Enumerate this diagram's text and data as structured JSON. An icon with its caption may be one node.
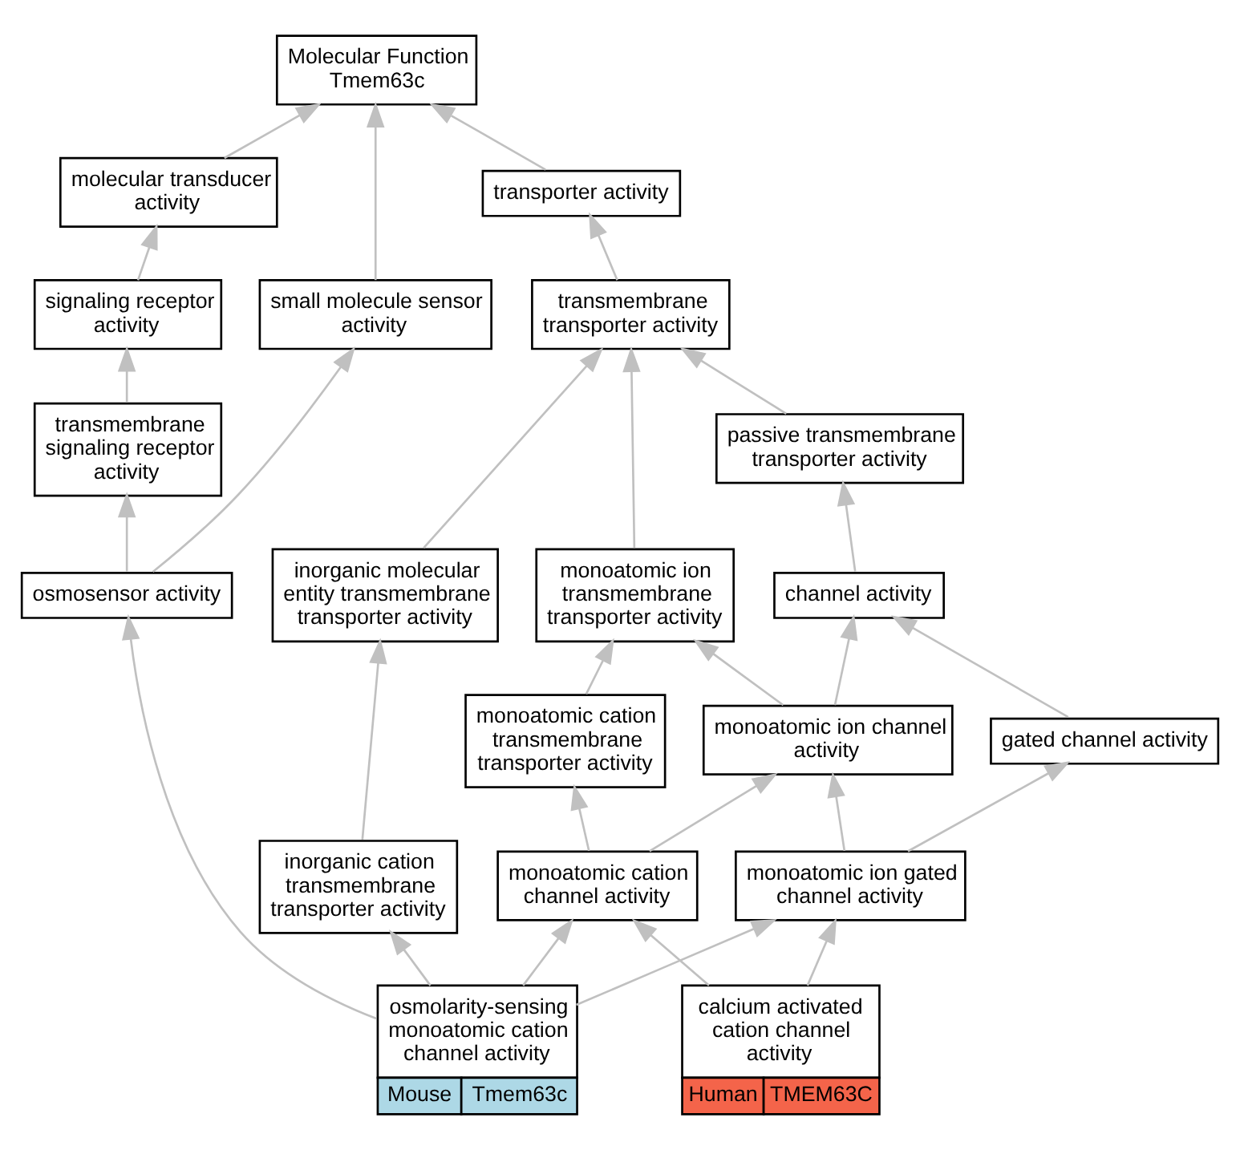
{
  "diagram": {
    "nodes": [
      {
        "text": [
          "Molecular Function Tmem63c"
        ]
      },
      {
        "text": [
          "molecular transducer activity"
        ]
      },
      {
        "text": [
          "transporter activity"
        ]
      },
      {
        "text": [
          "small molecule sensor activity"
        ]
      },
      {
        "text": [
          "signaling receptor activity"
        ]
      },
      {
        "text": [
          "transmembrane transporter activity"
        ]
      },
      {
        "text": [
          "transmembrane signaling receptor activity"
        ]
      },
      {
        "text": [
          "inorganic molecular entity transmembrane transporter activity"
        ]
      },
      {
        "text": [
          "passive transmembrane transporter activity"
        ]
      },
      {
        "text": [
          "osmosensor activity"
        ]
      },
      {
        "text": [
          "monoatomic ion transmembrane transporter activity"
        ]
      },
      {
        "text": [
          "channel activity"
        ]
      },
      {
        "text": [
          "monoatomic cation transmembrane transporter activity"
        ]
      },
      {
        "text": [
          "monoatomic ion channel activity"
        ]
      },
      {
        "text": [
          "gated channel activity"
        ]
      },
      {
        "text": [
          "inorganic cation transmembrane transporter activity"
        ]
      },
      {
        "text": [
          "monoatomic cation channel activity"
        ]
      },
      {
        "text": [
          "monoatomic ion gated channel activity"
        ]
      },
      {
        "text": [
          "osmolarity-sensing monoatomic cation channel activity",
          "Mouse",
          "Tmem63c"
        ]
      },
      {
        "text": [
          "calcium activated cation channel activity",
          "Human",
          "TMEM63C"
        ]
      }
    ],
    "edges": [
      {
        "from": 1,
        "to": 0,
        "arrow": "to"
      },
      {
        "from": 2,
        "to": 0,
        "arrow": "to"
      },
      {
        "from": 3,
        "to": 0,
        "arrow": "to"
      },
      {
        "from": 4,
        "to": 1,
        "arrow": "to"
      },
      {
        "from": 5,
        "to": 2,
        "arrow": "to"
      },
      {
        "from": 6,
        "to": 4,
        "arrow": "to"
      },
      {
        "from": 7,
        "to": 5,
        "arrow": "to"
      },
      {
        "from": 8,
        "to": 5,
        "arrow": "to"
      },
      {
        "from": 9,
        "to": 3,
        "arrow": "to"
      },
      {
        "from": 9,
        "to": 6,
        "arrow": "to"
      },
      {
        "from": 10,
        "to": 5,
        "arrow": "to"
      },
      {
        "from": 11,
        "to": 8,
        "arrow": "to"
      },
      {
        "from": 12,
        "to": 10,
        "arrow": "to"
      },
      {
        "from": 13,
        "to": 10,
        "arrow": "to"
      },
      {
        "from": 13,
        "to": 11,
        "arrow": "to"
      },
      {
        "from": 14,
        "to": 11,
        "arrow": "to"
      },
      {
        "from": 15,
        "to": 7,
        "arrow": "to"
      },
      {
        "from": 16,
        "to": 12,
        "arrow": "to"
      },
      {
        "from": 16,
        "to": 13,
        "arrow": "to"
      },
      {
        "from": 17,
        "to": 13,
        "arrow": "to"
      },
      {
        "from": 17,
        "to": 14,
        "arrow": "to"
      },
      {
        "from": 18,
        "to": 9,
        "arrow": "to"
      },
      {
        "from": 18,
        "to": 15,
        "arrow": "to"
      },
      {
        "from": 18,
        "to": 16,
        "arrow": "to"
      },
      {
        "from": 18,
        "to": 17,
        "arrow": "to"
      },
      {
        "from": 19,
        "to": 16,
        "arrow": "to"
      },
      {
        "from": 19,
        "to": 17,
        "arrow": "to"
      }
    ]
  }
}
